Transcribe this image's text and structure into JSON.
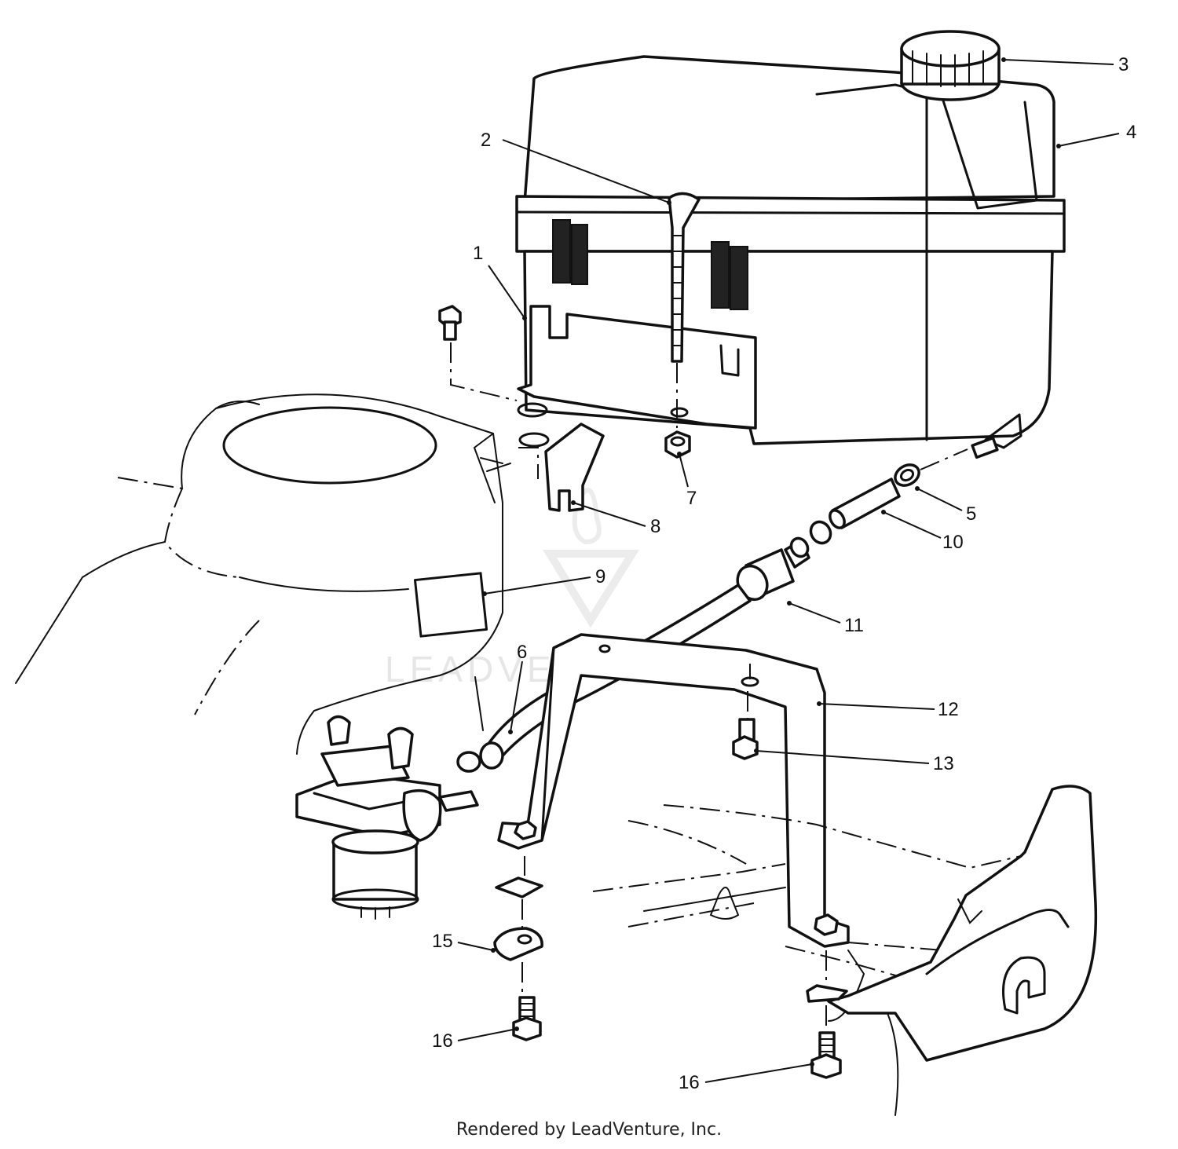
{
  "callouts": {
    "c1": "1",
    "c2": "2",
    "c3": "3",
    "c4": "4",
    "c5": "5",
    "c6": "6",
    "c7": "7",
    "c8": "8",
    "c9": "9",
    "c10": "10",
    "c11": "11",
    "c12": "12",
    "c13": "13",
    "c15": "15",
    "c16a": "16",
    "c16b": "16"
  },
  "watermark": "LEADVENTURE",
  "footer": "Rendered by LeadVenture, Inc."
}
